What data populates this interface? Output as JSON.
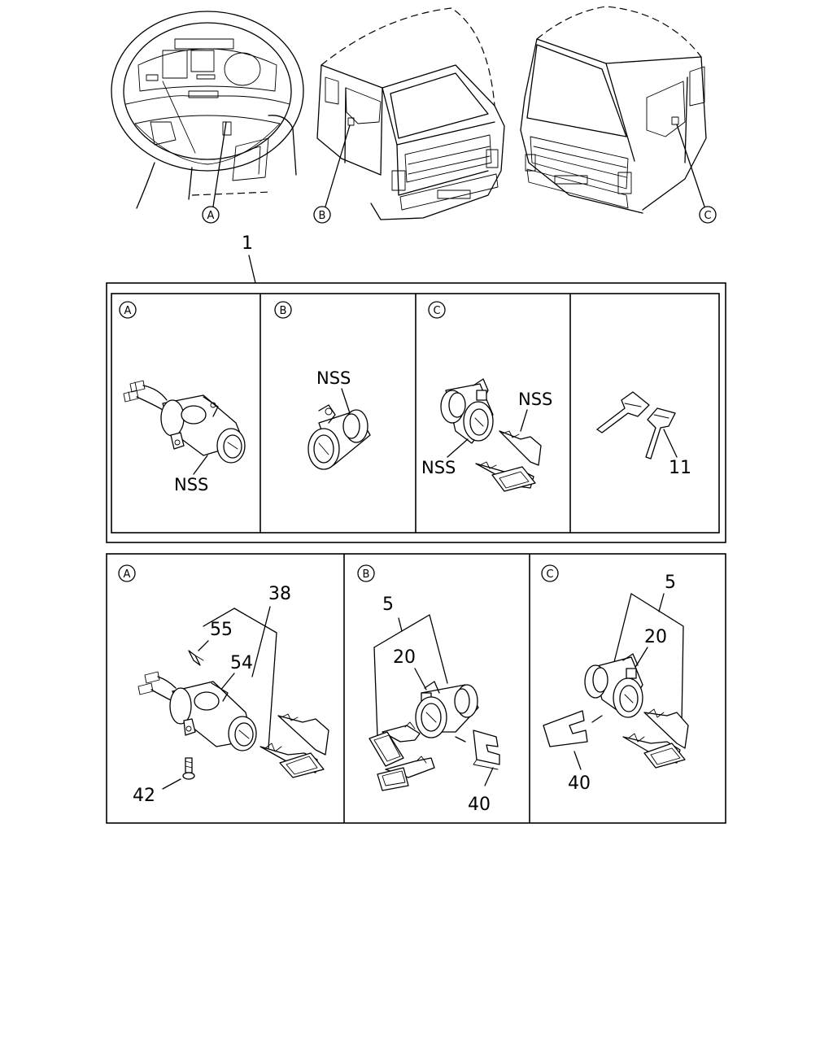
{
  "overview": {
    "callout_a": "A",
    "callout_b": "B",
    "callout_c": "C",
    "main_part_number": "1"
  },
  "upper_panels": [
    {
      "callout": "A",
      "label": "NSS"
    },
    {
      "callout": "B",
      "label": "NSS"
    },
    {
      "callout": "C",
      "label_key_lock": "NSS",
      "label_cylinder": "NSS"
    },
    {
      "key_part_number": "11"
    }
  ],
  "lower_panels": [
    {
      "callout": "A",
      "part_numbers": {
        "assembly": "38",
        "screw_top": "55",
        "cylinder": "54",
        "bolt": "42"
      }
    },
    {
      "callout": "B",
      "part_numbers": {
        "assembly": "5",
        "cylinder": "20",
        "retainer": "40"
      }
    },
    {
      "callout": "C",
      "part_numbers": {
        "assembly": "5",
        "cylinder": "20",
        "retainer": "40"
      }
    }
  ]
}
